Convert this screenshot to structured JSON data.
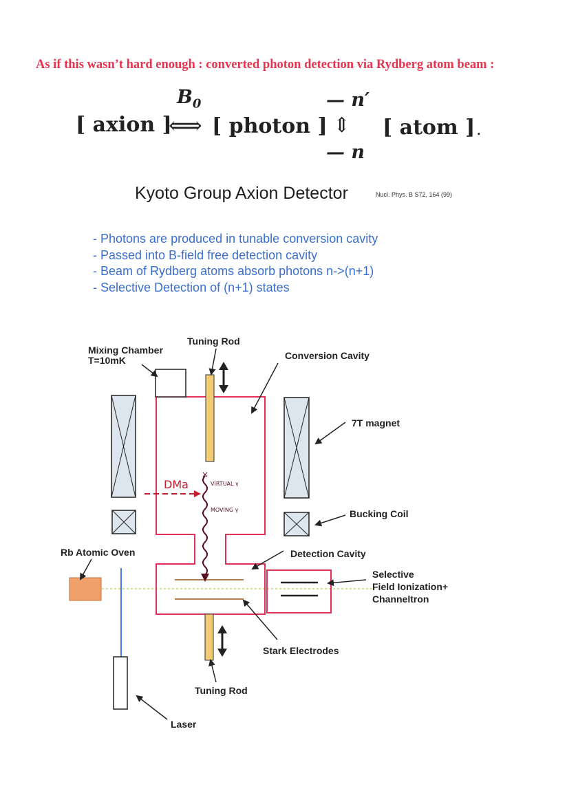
{
  "headline": "As if this wasn’t hard enough : converted photon detection via Rydberg atom beam :",
  "equation": {
    "field": "B",
    "field_sub": "0",
    "left": "[ axion ]",
    "arrow": "⟺",
    "middle": "[ photon ]",
    "updown": "⇕",
    "upper_level": "— n′",
    "lower_level": "— n",
    "right": "[ atom ]",
    "trail": "."
  },
  "title": "Kyoto Group Axion Detector",
  "reference": "Nucl. Phys. B S72, 164 (99)",
  "bullets": [
    "- Photons are produced in tunable conversion cavity",
    "- Passed into B-field free detection cavity",
    "- Beam of Rydberg atoms absorb photons n->(n+1)",
    "- Selective Detection of (n+1) states"
  ],
  "diagram": {
    "labels": {
      "tuning_rod_top": "Tuning Rod",
      "mixing_chamber": "Mixing Chamber",
      "mixing_temp": "T=10mK",
      "conversion_cavity": "Conversion Cavity",
      "magnet": "7T magnet",
      "bucking_coil": "Bucking Coil",
      "rb_oven": "Rb Atomic Oven",
      "detection_cavity": "Detection Cavity",
      "selective_1": "Selective",
      "selective_2": "Field Ionization+",
      "selective_3": "Channeltron",
      "stark": "Stark Electrodes",
      "tuning_rod_bottom": "Tuning Rod",
      "laser": "Laser"
    },
    "handwritten": {
      "dm": "DMa",
      "virtual": "VIRTUAL γ",
      "moving": "MOVING γ"
    },
    "colors": {
      "cavity": "#e0305a",
      "rod": "#f2cc74",
      "oven": "#f0a06a",
      "beam": "#c8e0a0",
      "laser": "#4a78e0",
      "handwriting": "#c41e2e",
      "magnet_fill": "#dde6ee"
    }
  }
}
